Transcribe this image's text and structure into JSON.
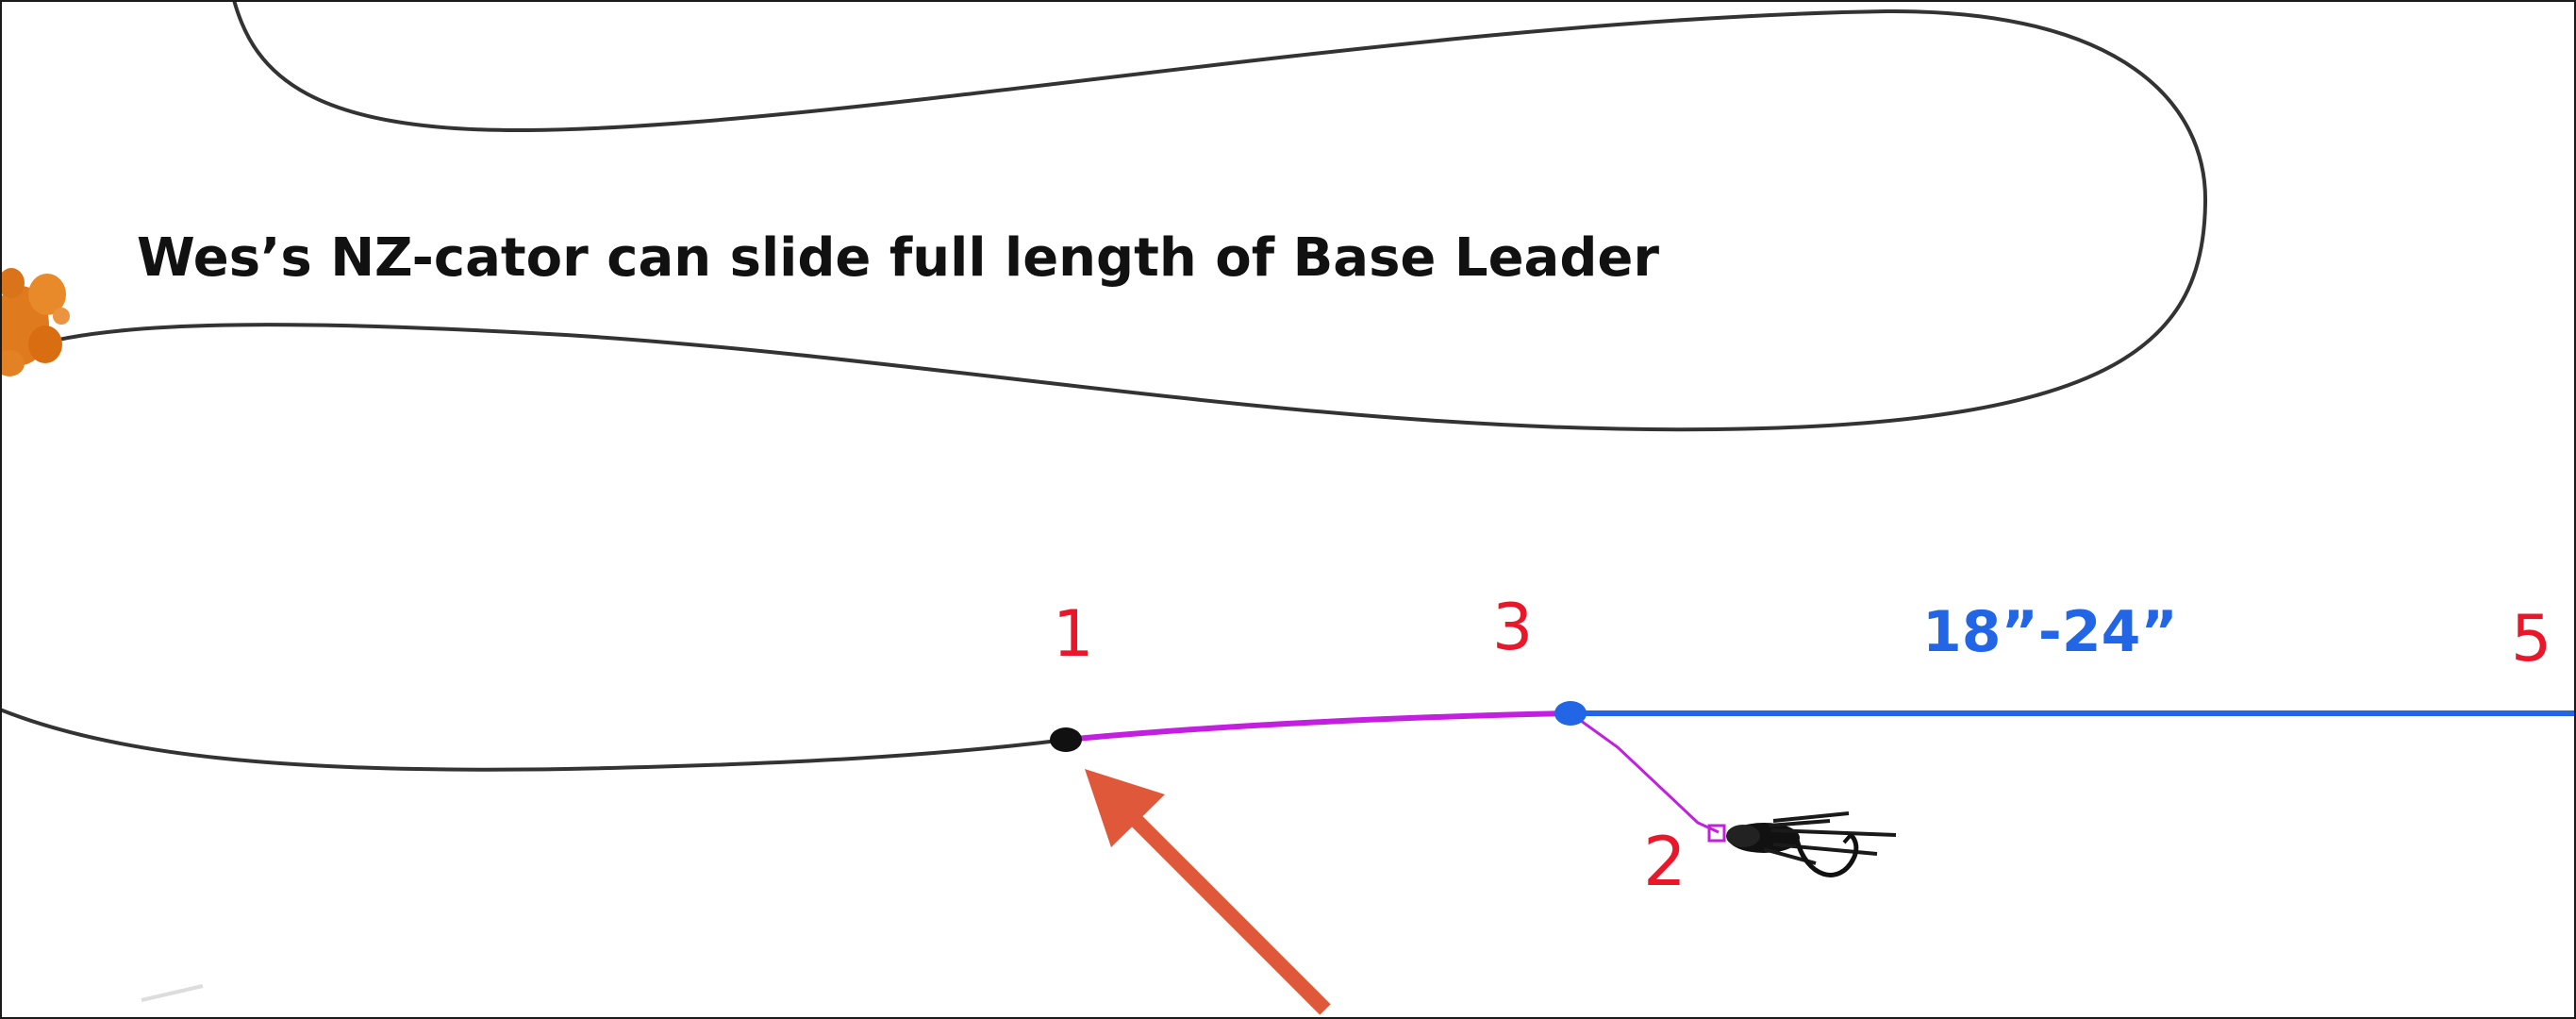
{
  "diagram": {
    "caption": "Wes’s NZ-cator can slide full length of Base Leader",
    "labels": {
      "point_1": "1",
      "point_2": "2",
      "point_3": "3",
      "point_5": "5",
      "section_length": "18”-24”"
    },
    "colors": {
      "caption": "#111111",
      "line": "#333333",
      "leader_magenta": "#c21fe0",
      "tippet_blue": "#2266e6",
      "point_labels": "#e8182a",
      "section_label": "#2266e6",
      "arrow": "#e0583a",
      "indicator": "#e07a1e",
      "knot_black": "#111111",
      "knot_blue": "#2266e6"
    },
    "icons": {
      "indicator": "nz-strike-indicator-icon",
      "fly": "nymph-fly-icon",
      "pointer": "arrow-icon"
    }
  }
}
